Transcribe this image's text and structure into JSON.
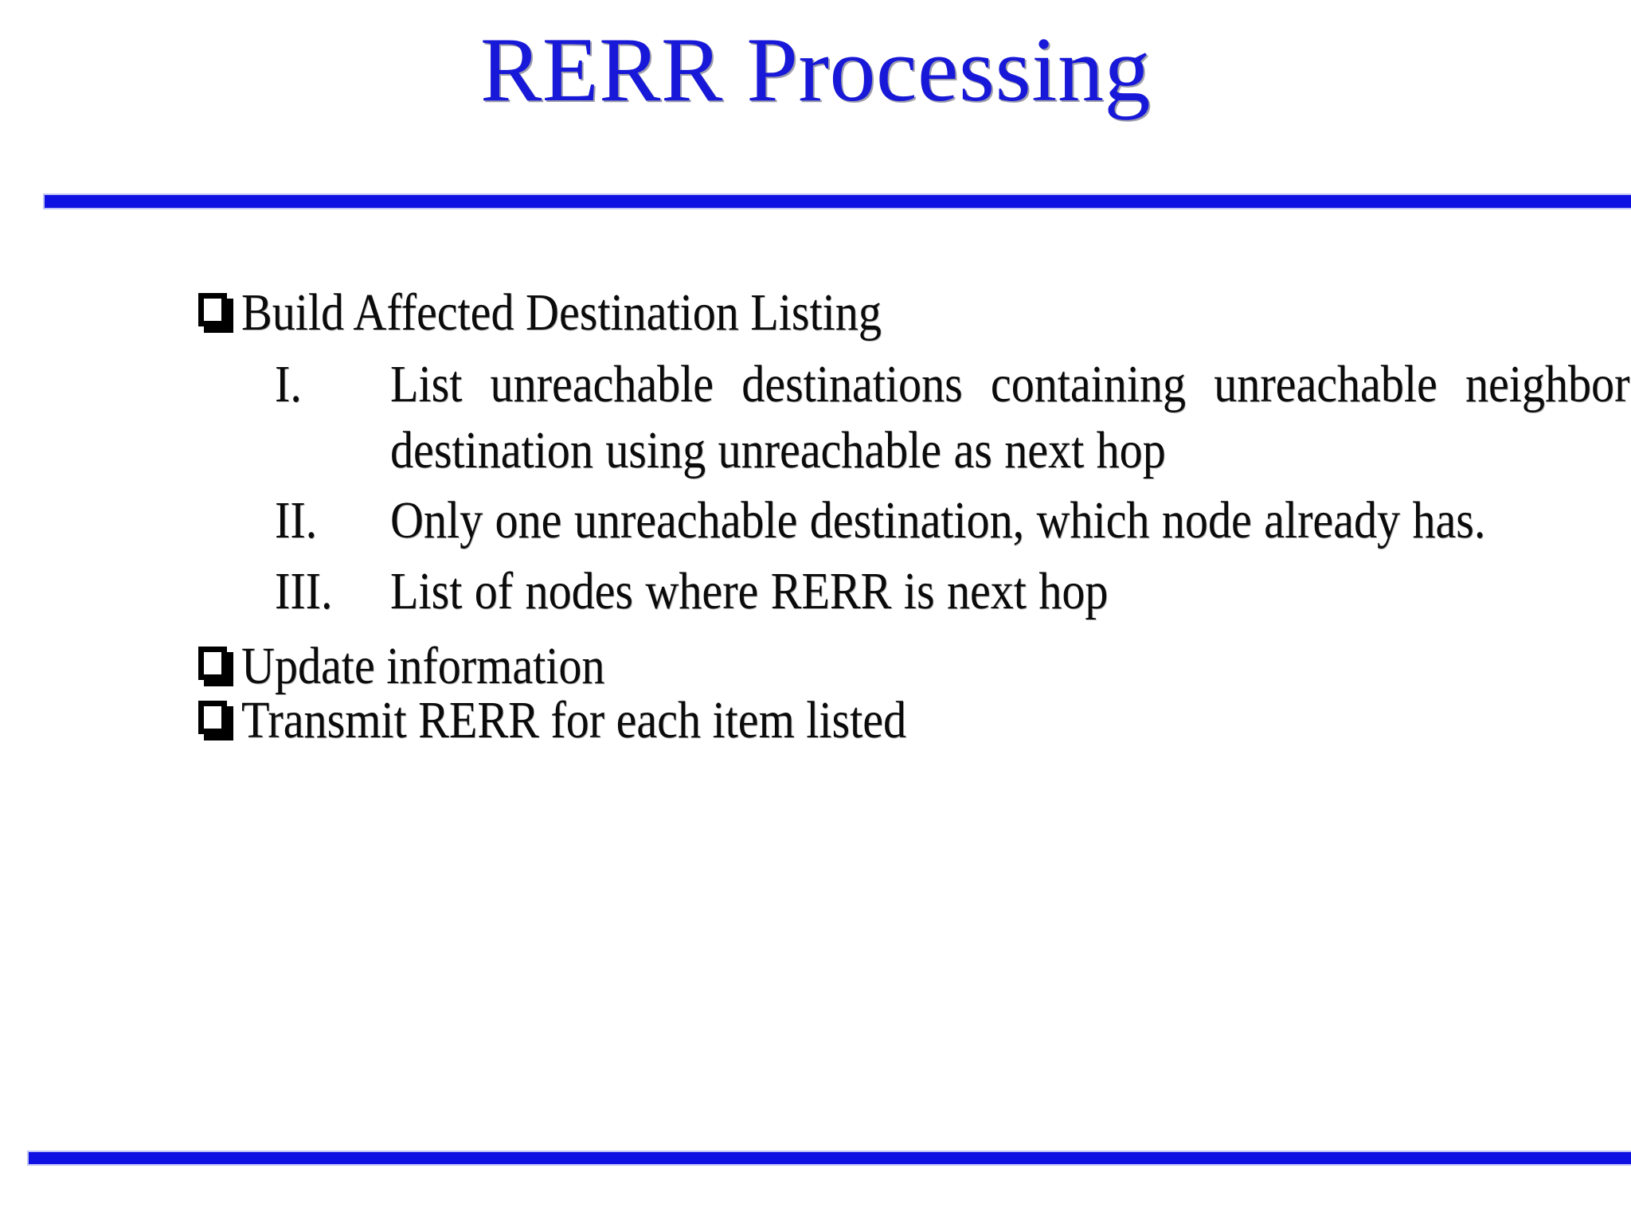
{
  "slide": {
    "title": "RERR Processing",
    "title_color": "#1818d8",
    "rule_color": "#0f10e2",
    "text_color": "#0b0b0b",
    "background": "#ffffff"
  },
  "bullets": [
    {
      "marker": "checkbox",
      "text": "Build Affected Destination Listing"
    },
    {
      "marker": "checkbox",
      "text": "Update information"
    },
    {
      "marker": "checkbox",
      "text": "Transmit RERR for each item listed"
    }
  ],
  "sub_items": [
    {
      "numeral": "I.",
      "text": "List unreachable destinations containing unreachable neighbor & destination using unreachable as next hop"
    },
    {
      "numeral": "II.",
      "text": "Only one unreachable destination, which node already has."
    },
    {
      "numeral": "III.",
      "text": "List of nodes where RERR is next hop"
    }
  ]
}
